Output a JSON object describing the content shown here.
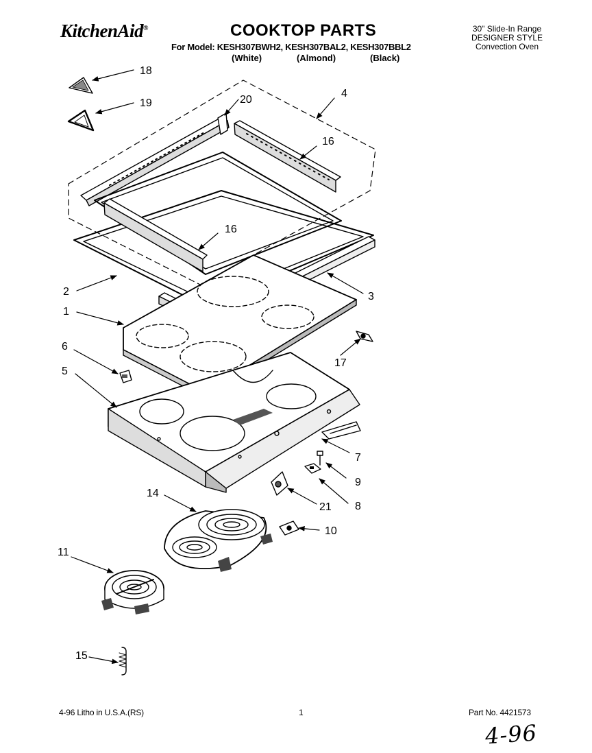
{
  "header": {
    "brand": "KitchenAid",
    "brand_mark": "®",
    "title": "COOKTOP PARTS",
    "model_prefix": "For Model:",
    "models": "KESH307BWH2, KESH307BAL2, KESH307BBL2",
    "finishes": [
      "(White)",
      "(Almond)",
      "(Black)"
    ],
    "right_lines": [
      "30\" Slide-In Range",
      "DESIGNER STYLE",
      "Convection Oven"
    ]
  },
  "callouts": {
    "c18": "18",
    "c19": "19",
    "c20": "20",
    "c4": "4",
    "c16a": "16",
    "c16b": "16",
    "c2": "2",
    "c3": "3",
    "c1": "1",
    "c6": "6",
    "c17": "17",
    "c5": "5",
    "c7": "7",
    "c9": "9",
    "c8": "8",
    "c21": "21",
    "c14": "14",
    "c10": "10",
    "c11": "11",
    "c15": "15"
  },
  "footer": {
    "litho": "4-96 Litho in U.S.A.(RS)",
    "page": "1",
    "part_no": "Part No. 4421573",
    "handwritten": "4-96"
  }
}
